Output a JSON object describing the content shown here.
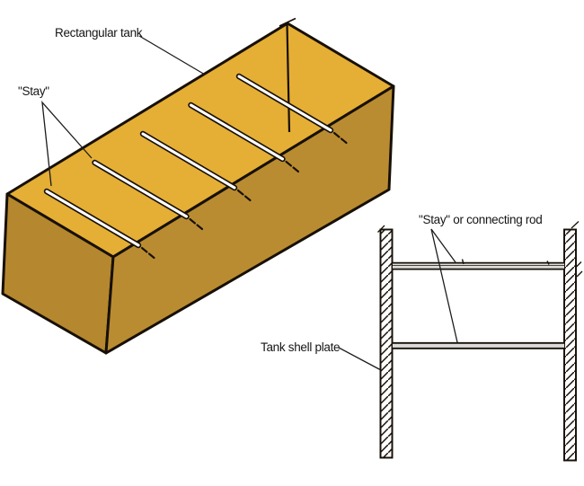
{
  "figure": {
    "title_labels": {
      "rectangular_tank": "Rectangular tank",
      "stay": "\"Stay\"",
      "stay_or_connecting_rod": "\"Stay\" or connecting rod",
      "tank_shell_plate": "Tank shell plate"
    },
    "tank": {
      "stay_rod_count": 5,
      "shape": "open-top rectangular tank, isometric view"
    },
    "section": {
      "stay_rod_count": 2,
      "plate_count": 2,
      "view": "cross-section of two tank shell plates joined by stays"
    },
    "colors": {
      "background": "#ffffff",
      "tank_top_face": "#E5AE35",
      "tank_left_face": "#B5872E",
      "tank_right_face": "#BA8C31",
      "outline": "#171007",
      "rod_core": "#ffffff",
      "section_rod_fill": "#dcdcda",
      "plate_fill": "#ffffff",
      "leader_line": "#1c1c1c"
    }
  }
}
